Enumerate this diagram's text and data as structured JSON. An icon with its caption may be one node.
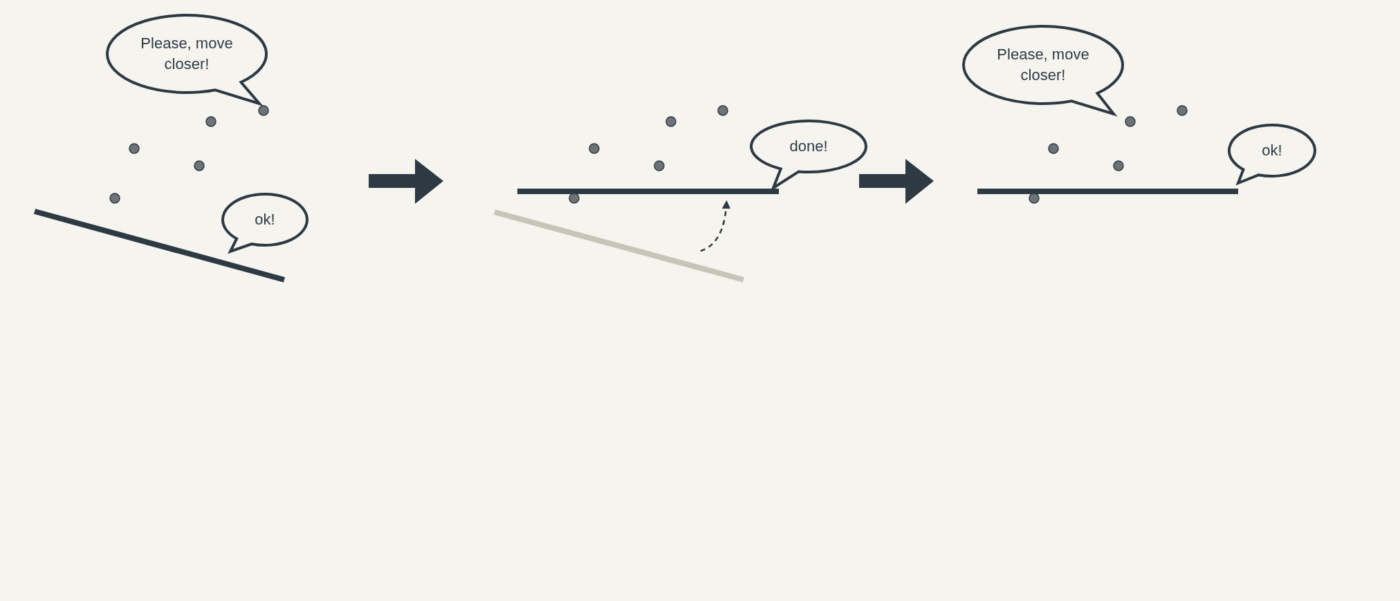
{
  "diagram": {
    "nodes": [
      {
        "text": [
          "Please, move closer!"
        ]
      },
      {
        "text": [
          "ok!"
        ]
      },
      {
        "text": [
          "done!"
        ]
      },
      {
        "text": [],
        "shape": "bar"
      },
      {
        "text": [],
        "shape": "bar"
      },
      {
        "text": [
          "Please, move closer!"
        ]
      },
      {
        "text": [
          "ok!"
        ]
      }
    ],
    "edges": [
      {
        "from": 4,
        "to": 3,
        "arrow": "to",
        "style": "dashed"
      }
    ]
  }
}
